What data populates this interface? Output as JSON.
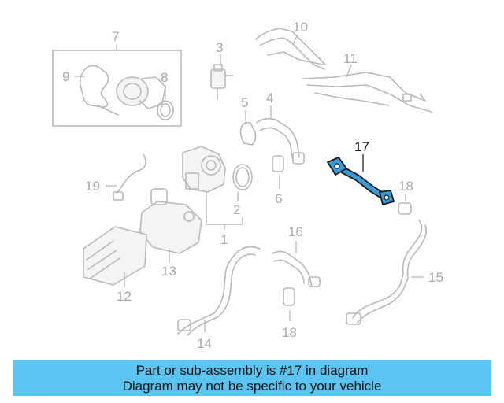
{
  "diagram": {
    "callouts": {
      "c1": "1",
      "c2": "2",
      "c3": "3",
      "c4": "4",
      "c5": "5",
      "c6": "6",
      "c7": "7",
      "c8": "8",
      "c9": "9",
      "c10": "10",
      "c11": "11",
      "c12": "12",
      "c13": "13",
      "c14": "14",
      "c15": "15",
      "c16": "16",
      "c17": "17",
      "c18a": "18",
      "c18b": "18",
      "c19": "19"
    },
    "highlight_part": "17",
    "highlight_color": "#3a9bd9",
    "outline_color": "#b9b9b9"
  },
  "caption": {
    "line1": "Part or sub-assembly is #17 in diagram",
    "line2": "Diagram may not be specific to your vehicle",
    "background": "#5bc4f2"
  }
}
